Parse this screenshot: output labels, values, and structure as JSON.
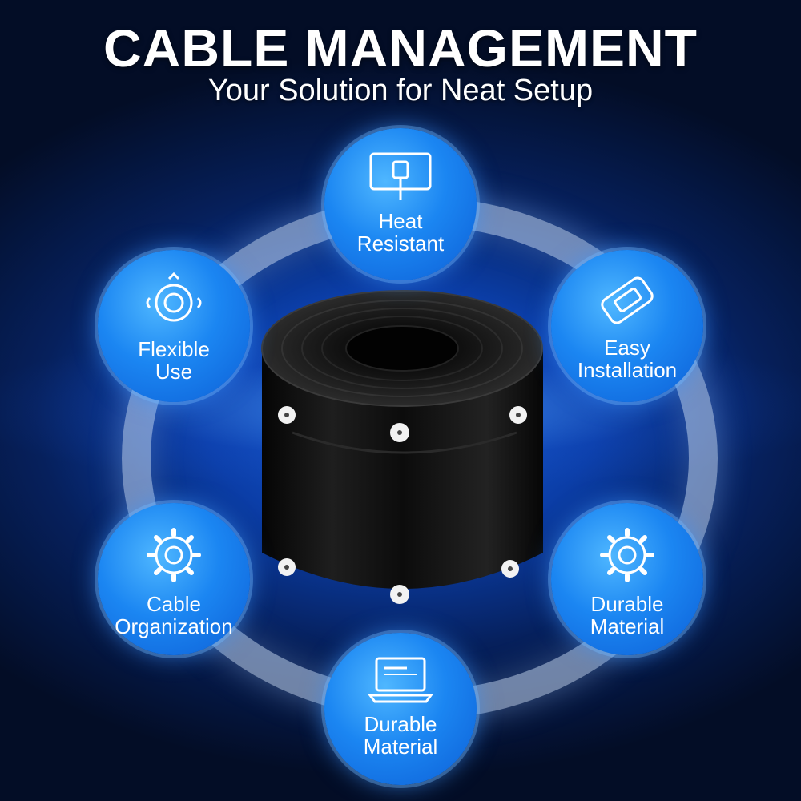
{
  "header": {
    "title": "CABLE MANAGEMENT",
    "subtitle": "Your Solution for Neat Setup"
  },
  "features": [
    {
      "label": "Heat\nResistant",
      "icon": "monitor-plug-icon"
    },
    {
      "label": "Easy\nInstallation",
      "icon": "clip-icon"
    },
    {
      "label": "Durable\nMaterial",
      "icon": "gear-icon"
    },
    {
      "label": "Durable\nMaterial",
      "icon": "laptop-icon"
    },
    {
      "label": "Cable\nOrganization",
      "icon": "gear-icon"
    },
    {
      "label": "Flexible\nUse",
      "icon": "target-icon"
    }
  ],
  "colors": {
    "background": "#06205c",
    "badge": "#1b86f2",
    "text": "#ffffff"
  }
}
